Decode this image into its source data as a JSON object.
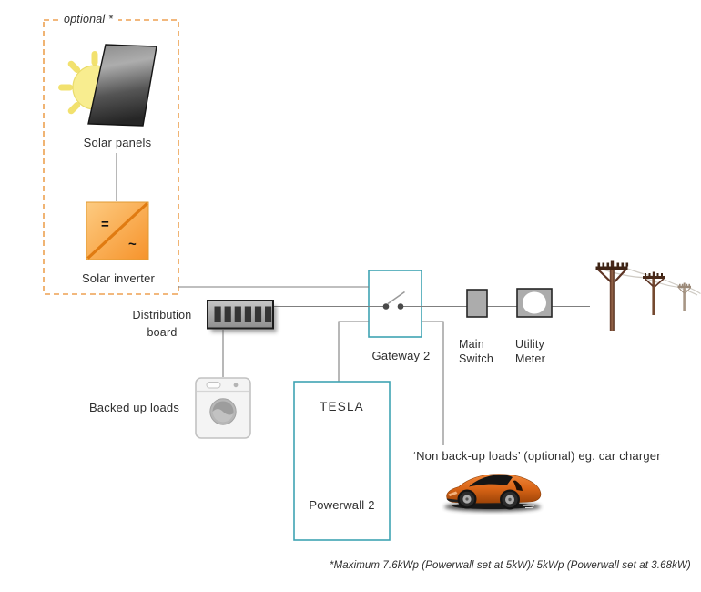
{
  "labels": {
    "optional": "optional *",
    "solar_panels": "Solar panels",
    "solar_inverter": "Solar inverter",
    "inverter_dc_symbol": "=",
    "inverter_ac_symbol": "~",
    "distribution_board": "Distribution\nboard",
    "backed_up_loads": "Backed up loads",
    "gateway": "Gateway 2",
    "tesla": "TESLA",
    "powerwall": "Powerwall 2",
    "main_switch": "Main\nSwitch",
    "utility_meter": "Utility\nMeter",
    "non_backup_loads": "‘Non back-up loads’  (optional)  eg. car charger",
    "footnote": "*Maximum 7.6kWp (Powerwall set at 5kW)/  5kWp (Powerwall set at 3.68kW)"
  },
  "icons": {
    "sun": "sun-icon",
    "solar_panel": "solar-panel-icon",
    "solar_inverter": "solar-inverter-icon",
    "distribution_board": "distribution-board-icon",
    "washing_machine": "washing-machine-icon",
    "open_switch": "switch-icon",
    "main_switch": "main-switch-icon",
    "utility_meter": "utility-meter-icon",
    "power_lines": "power-lines-icon",
    "car": "sports-car-image"
  },
  "colors": {
    "accent_orange_dashed": "#EDA152",
    "inverter_orange": "#F6932B",
    "teal_box_border": "#3FA3B3",
    "wire_gray": "#7F7F7F",
    "device_gray": "#ACACAC",
    "panel_dark_gray": "#555555",
    "sun_yellow": "#F6EA8C",
    "pole_brown": "#74492F",
    "car_orange": "#D96416"
  }
}
